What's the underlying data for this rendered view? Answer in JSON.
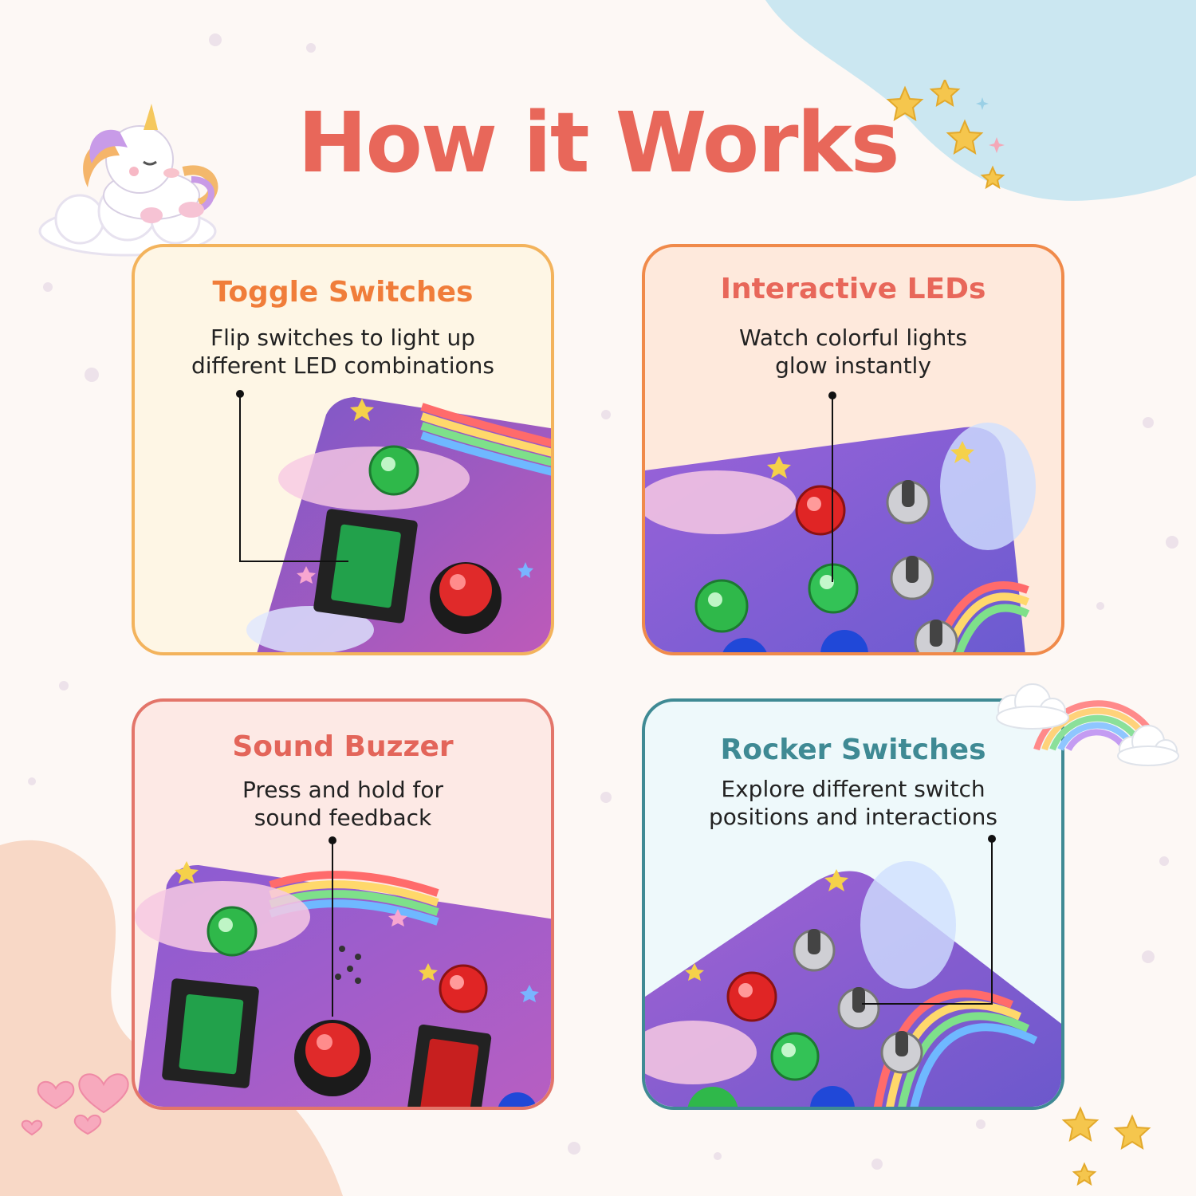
{
  "title": "How it Works",
  "colors": {
    "title": "#e8675a",
    "toggle_heading": "#f07d3a",
    "leds_heading": "#e8675a",
    "buzzer_heading": "#e3655a",
    "rocker_heading": "#3f8a94"
  },
  "cards": [
    {
      "heading": "Toggle Switches",
      "line1": "Flip switches to light up",
      "line2": "different LED combinations"
    },
    {
      "heading": "Interactive LEDs",
      "line1": "Watch colorful lights",
      "line2": "glow instantly"
    },
    {
      "heading": "Sound Buzzer",
      "line1": "Press and hold for",
      "line2": "sound feedback"
    },
    {
      "heading": "Rocker Switches",
      "line1": "Explore different switch",
      "line2": "positions and interactions"
    }
  ],
  "icons": [
    "unicorn-on-cloud-icon",
    "star-icon",
    "rainbow-cloud-icon",
    "heart-icon"
  ]
}
